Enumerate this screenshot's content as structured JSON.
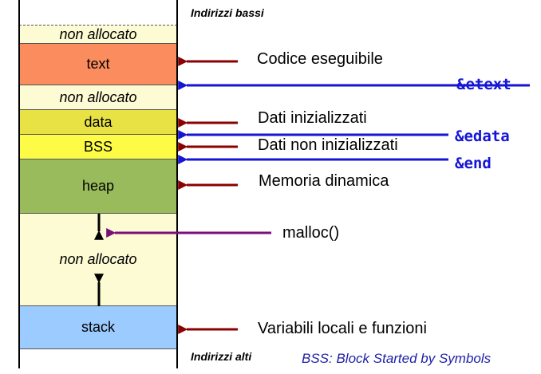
{
  "header": {
    "low_addresses": "Indirizzi bassi",
    "high_addresses": "Indirizzi alti"
  },
  "segments": [
    {
      "id": "top-unallocated",
      "label": "non allocato",
      "color": "#fdfbd4"
    },
    {
      "id": "text",
      "label": "text",
      "color": "#fb8c5e"
    },
    {
      "id": "unallocated-2",
      "label": "non allocato",
      "color": "#fdfbd4"
    },
    {
      "id": "data",
      "label": "data",
      "color": "#e8e245"
    },
    {
      "id": "bss",
      "label": "BSS",
      "color": "#fdfb45"
    },
    {
      "id": "heap",
      "label": "heap",
      "color": "#9abb5b"
    },
    {
      "id": "unallocated-3",
      "label": "non allocato",
      "color": "#fdfbd4"
    },
    {
      "id": "stack",
      "label": "stack",
      "color": "#9ccbff"
    }
  ],
  "descriptions": [
    {
      "id": "text",
      "label": "Codice eseguibile"
    },
    {
      "id": "data",
      "label": "Dati inizializzati"
    },
    {
      "id": "bss",
      "label": "Dati non inizializzati"
    },
    {
      "id": "heap",
      "label": "Memoria dinamica"
    },
    {
      "id": "malloc",
      "label": "malloc()"
    },
    {
      "id": "stack",
      "label": "Variabili locali e funzioni"
    }
  ],
  "symbols": [
    {
      "id": "etext",
      "label": "&etext"
    },
    {
      "id": "edata",
      "label": "&edata"
    },
    {
      "id": "end",
      "label": "&end"
    }
  ],
  "footnote": "BSS: Block Started by Symbols",
  "colors": {
    "arrow_red": "#8b0000",
    "arrow_blue": "#1515d6",
    "arrow_purple": "#7a0f7a",
    "symbol_text": "#1515d6",
    "footnote_text": "#1f1fa8"
  }
}
